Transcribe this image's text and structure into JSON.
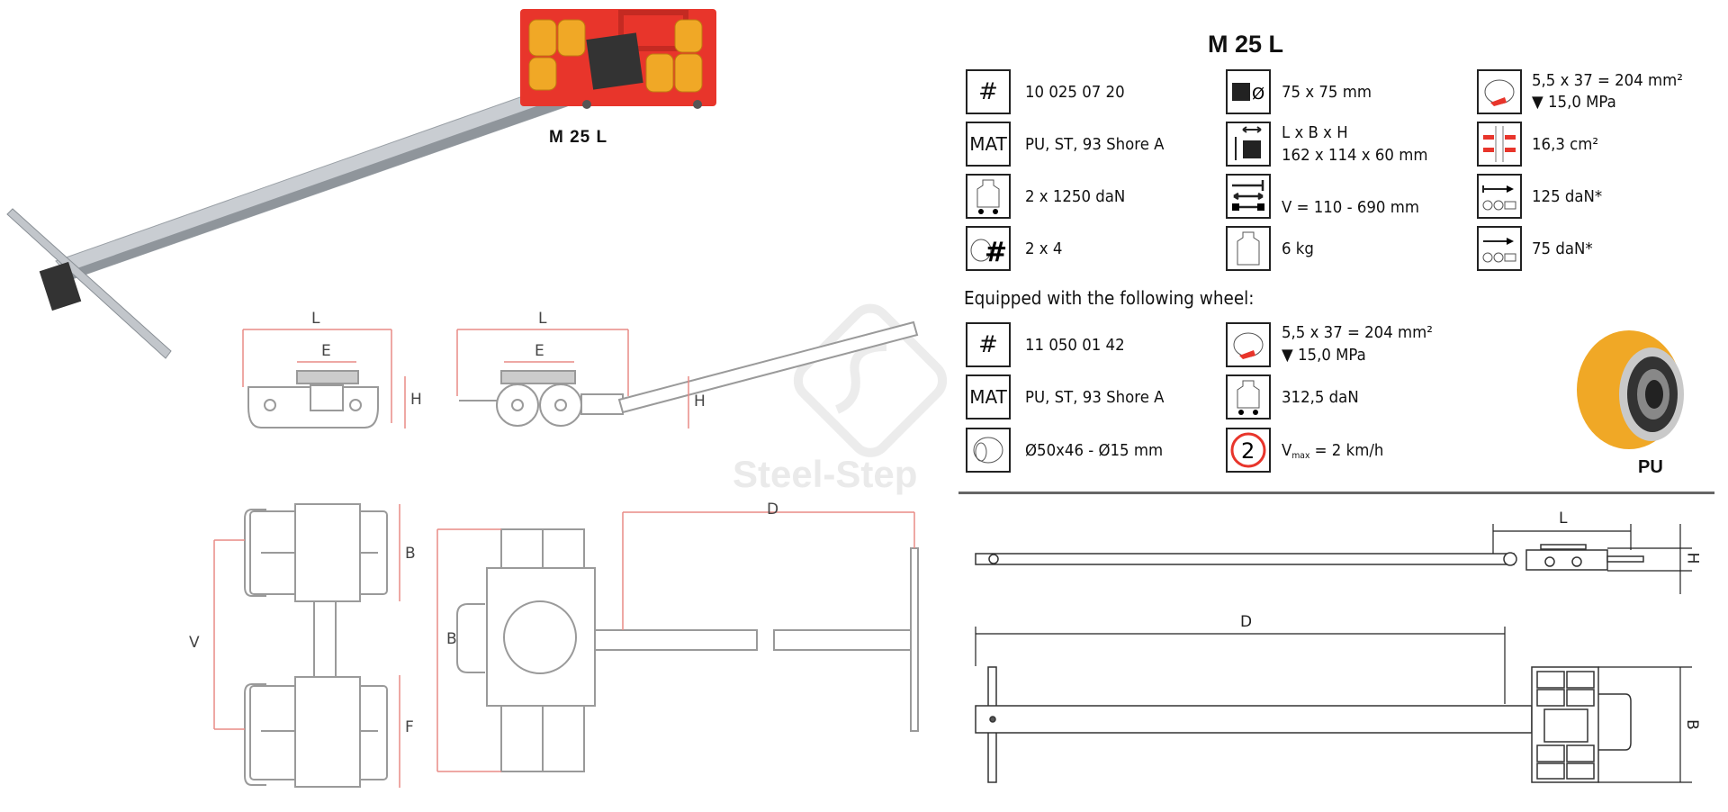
{
  "product": {
    "title": "M 25 L",
    "photo_label": "M 25 L",
    "watermark": "Steel-Step",
    "specs": [
      {
        "icon": "hash-icon",
        "lines": [
          "10 025 07 20"
        ]
      },
      {
        "icon": "plate-size-icon",
        "lines": [
          "75 x 75 mm"
        ]
      },
      {
        "icon": "wheel-contact-icon",
        "lines": [
          "5,5 x 37 = 204 mm²",
          "▼ 15,0 MPa"
        ]
      },
      {
        "icon": "material-icon",
        "lines": [
          "PU, ST, 93 Shore A"
        ]
      },
      {
        "icon": "dimensions-icon",
        "lines": [
          "L x B x H",
          "162 x 114 x 60 mm"
        ]
      },
      {
        "icon": "contact-area-icon",
        "lines": [
          "16,3 cm²"
        ]
      },
      {
        "icon": "load-capacity-icon",
        "lines": [
          "2 x 1250 daN"
        ]
      },
      {
        "icon": "adjust-width-icon",
        "lines": [
          "V = 110 - 690 mm"
        ]
      },
      {
        "icon": "start-force-icon",
        "lines": [
          "125 daN*"
        ]
      },
      {
        "icon": "wheel-count-icon",
        "lines": [
          "2 x 4"
        ]
      },
      {
        "icon": "weight-icon",
        "lines": [
          "6 kg"
        ]
      },
      {
        "icon": "roll-force-icon",
        "lines": [
          "75 daN*"
        ]
      }
    ],
    "icon_text": {
      "material": "MAT",
      "hash": "#",
      "speed": "2"
    }
  },
  "wheel": {
    "heading": "Equipped with the following wheel:",
    "specs": [
      {
        "icon": "hash-icon",
        "lines": [
          "11 050 01 42"
        ]
      },
      {
        "icon": "wheel-contact-icon",
        "lines": [
          "5,5 x 37 = 204 mm²",
          "▼ 15,0 MPa"
        ]
      },
      {
        "icon": "material-icon",
        "lines": [
          "PU, ST, 93 Shore A"
        ]
      },
      {
        "icon": "load-capacity-icon",
        "lines": [
          "312,5 daN"
        ]
      },
      {
        "icon": "wheel-size-icon",
        "lines": [
          "Ø50x46 - Ø15 mm"
        ]
      },
      {
        "icon": "speed-limit-icon",
        "lines": [
          "V",
          "max",
          " = 2 km/h"
        ]
      }
    ],
    "material_label": "PU"
  },
  "dimension_labels": {
    "L": "L",
    "E": "E",
    "H": "H",
    "D": "D",
    "B": "B",
    "V": "V",
    "F": "F"
  },
  "colors": {
    "red": "#e8352b",
    "dim_red": "#e88b86",
    "wheel_orange": "#f0a826",
    "line_gray": "#9a9a9a"
  }
}
